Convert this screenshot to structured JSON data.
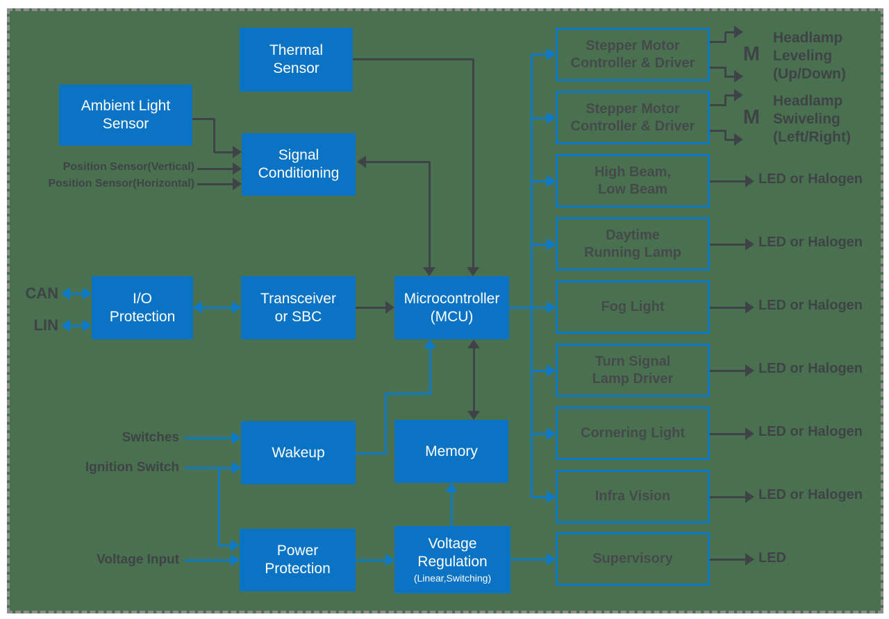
{
  "colors": {
    "canvas_background": "#4A714F",
    "page_background": "#FFFFFF",
    "box_fill_blue": "#0A73C4",
    "connector_blue": "#0D7AC9",
    "connector_dark": "#3F4347",
    "module_border_blue": "#0C79C7",
    "text_dark": "#3F4347",
    "text_white": "#FFFFFF",
    "dashed_border_gray": "#8D8D8D"
  },
  "inputs": {
    "can": "CAN",
    "lin": "LIN",
    "position_vertical": "Position Sensor(Vertical)",
    "position_horizontal": "Position Sensor(Horizontal)",
    "switches": "Switches",
    "ignition_switch": "Ignition Switch",
    "voltage_input": "Voltage Input"
  },
  "blocks": {
    "thermal_sensor": [
      "Thermal",
      "Sensor"
    ],
    "ambient_light_sensor": [
      "Ambient Light",
      "Sensor"
    ],
    "signal_conditioning": [
      "Signal",
      "Conditioning"
    ],
    "io_protection": [
      "I/O",
      "Protection"
    ],
    "transceiver": [
      "Transceiver",
      "or SBC"
    ],
    "mcu": [
      "Microcontroller",
      "(MCU)"
    ],
    "wakeup": [
      "Wakeup"
    ],
    "memory": [
      "Memory"
    ],
    "power_protection": [
      "Power",
      "Protection"
    ],
    "voltage_regulation": [
      "Voltage",
      "Regulation"
    ],
    "voltage_regulation_sub": "(Linear,Switching)"
  },
  "modules": [
    {
      "lines": [
        "Stepper Motor",
        "Controller & Driver"
      ]
    },
    {
      "lines": [
        "Stepper Motor",
        "Controller & Driver"
      ]
    },
    {
      "lines": [
        "High Beam,",
        "Low Beam"
      ]
    },
    {
      "lines": [
        "Daytime",
        "Running Lamp"
      ]
    },
    {
      "lines": [
        "Fog Light"
      ]
    },
    {
      "lines": [
        "Turn Signal",
        "Lamp Driver"
      ]
    },
    {
      "lines": [
        "Cornering Light"
      ]
    },
    {
      "lines": [
        "Infra Vision"
      ]
    },
    {
      "lines": [
        "Supervisory"
      ]
    }
  ],
  "outputs": {
    "motor_symbol": "M",
    "headlamp_leveling": [
      "Headlamp",
      "Leveling",
      "(Up/Down)"
    ],
    "headlamp_swiveling": [
      "Headlamp",
      "Swiveling",
      "(Left/Right)"
    ],
    "led_or_halogen": "LED or Halogen",
    "led": "LED"
  }
}
